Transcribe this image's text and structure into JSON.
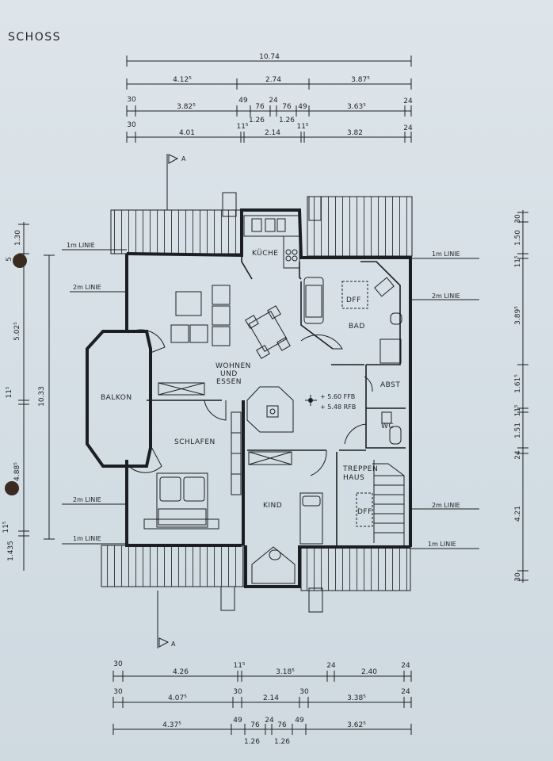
{
  "header": {
    "title": "SCHOSS"
  },
  "section_marker": "A",
  "rooms": {
    "kueche": "KÜCHE",
    "bad": "BAD",
    "dff_bad": "DFF",
    "wohnen1": "WOHNEN",
    "wohnen2": "UND",
    "wohnen3": "ESSEN",
    "balkon": "BALKON",
    "schlafen": "SCHLAFEN",
    "abst": "ABST",
    "wc": "WC",
    "treppen1": "TREPPEN",
    "treppen2": "HAUS",
    "dff_treppe": "DFF",
    "kind": "KIND"
  },
  "levels": {
    "ffb": "+ 5.60 FFB",
    "rfb": "+ 5.48 RFB"
  },
  "lines": {
    "one_m": "1m LINIE",
    "two_m": "2m LINIE"
  },
  "top_dims": {
    "row1": [
      "10.74"
    ],
    "row2": [
      "4.12⁵",
      "2.74",
      "3.87⁵"
    ],
    "row3": [
      "30",
      "3.82⁵",
      "49",
      "76",
      "24",
      "76",
      "49",
      "3.63⁵",
      "24"
    ],
    "row3b": [
      "1.26",
      "1.26"
    ],
    "row4": [
      "30",
      "4.01",
      "11⁵",
      "2.14",
      "11⁵",
      "3.82",
      "24"
    ]
  },
  "bottom_dims": {
    "row1": [
      "30",
      "4.26",
      "11⁵",
      "3.18⁵",
      "24",
      "2.40",
      "24"
    ],
    "row2": [
      "30",
      "4.07⁵",
      "30",
      "2.14",
      "30",
      "3.38⁵",
      "24"
    ],
    "row3": [
      "4.37⁵",
      "49",
      "76",
      "24",
      "76",
      "49",
      "3.62⁵"
    ],
    "row3b": [
      "1.26",
      "1.26"
    ]
  },
  "left_dims": {
    "total": "10.33",
    "parts": [
      "1.30",
      "5",
      "5.02⁵",
      "11⁵",
      "4.88⁵",
      "1.435",
      "11⁵"
    ]
  },
  "right_dims": {
    "parts": [
      "30",
      "1.50",
      "11⁵",
      "3.89⁵",
      "1.61⁵",
      "11⁵",
      "1.51",
      "24",
      "4.21",
      "30"
    ]
  }
}
